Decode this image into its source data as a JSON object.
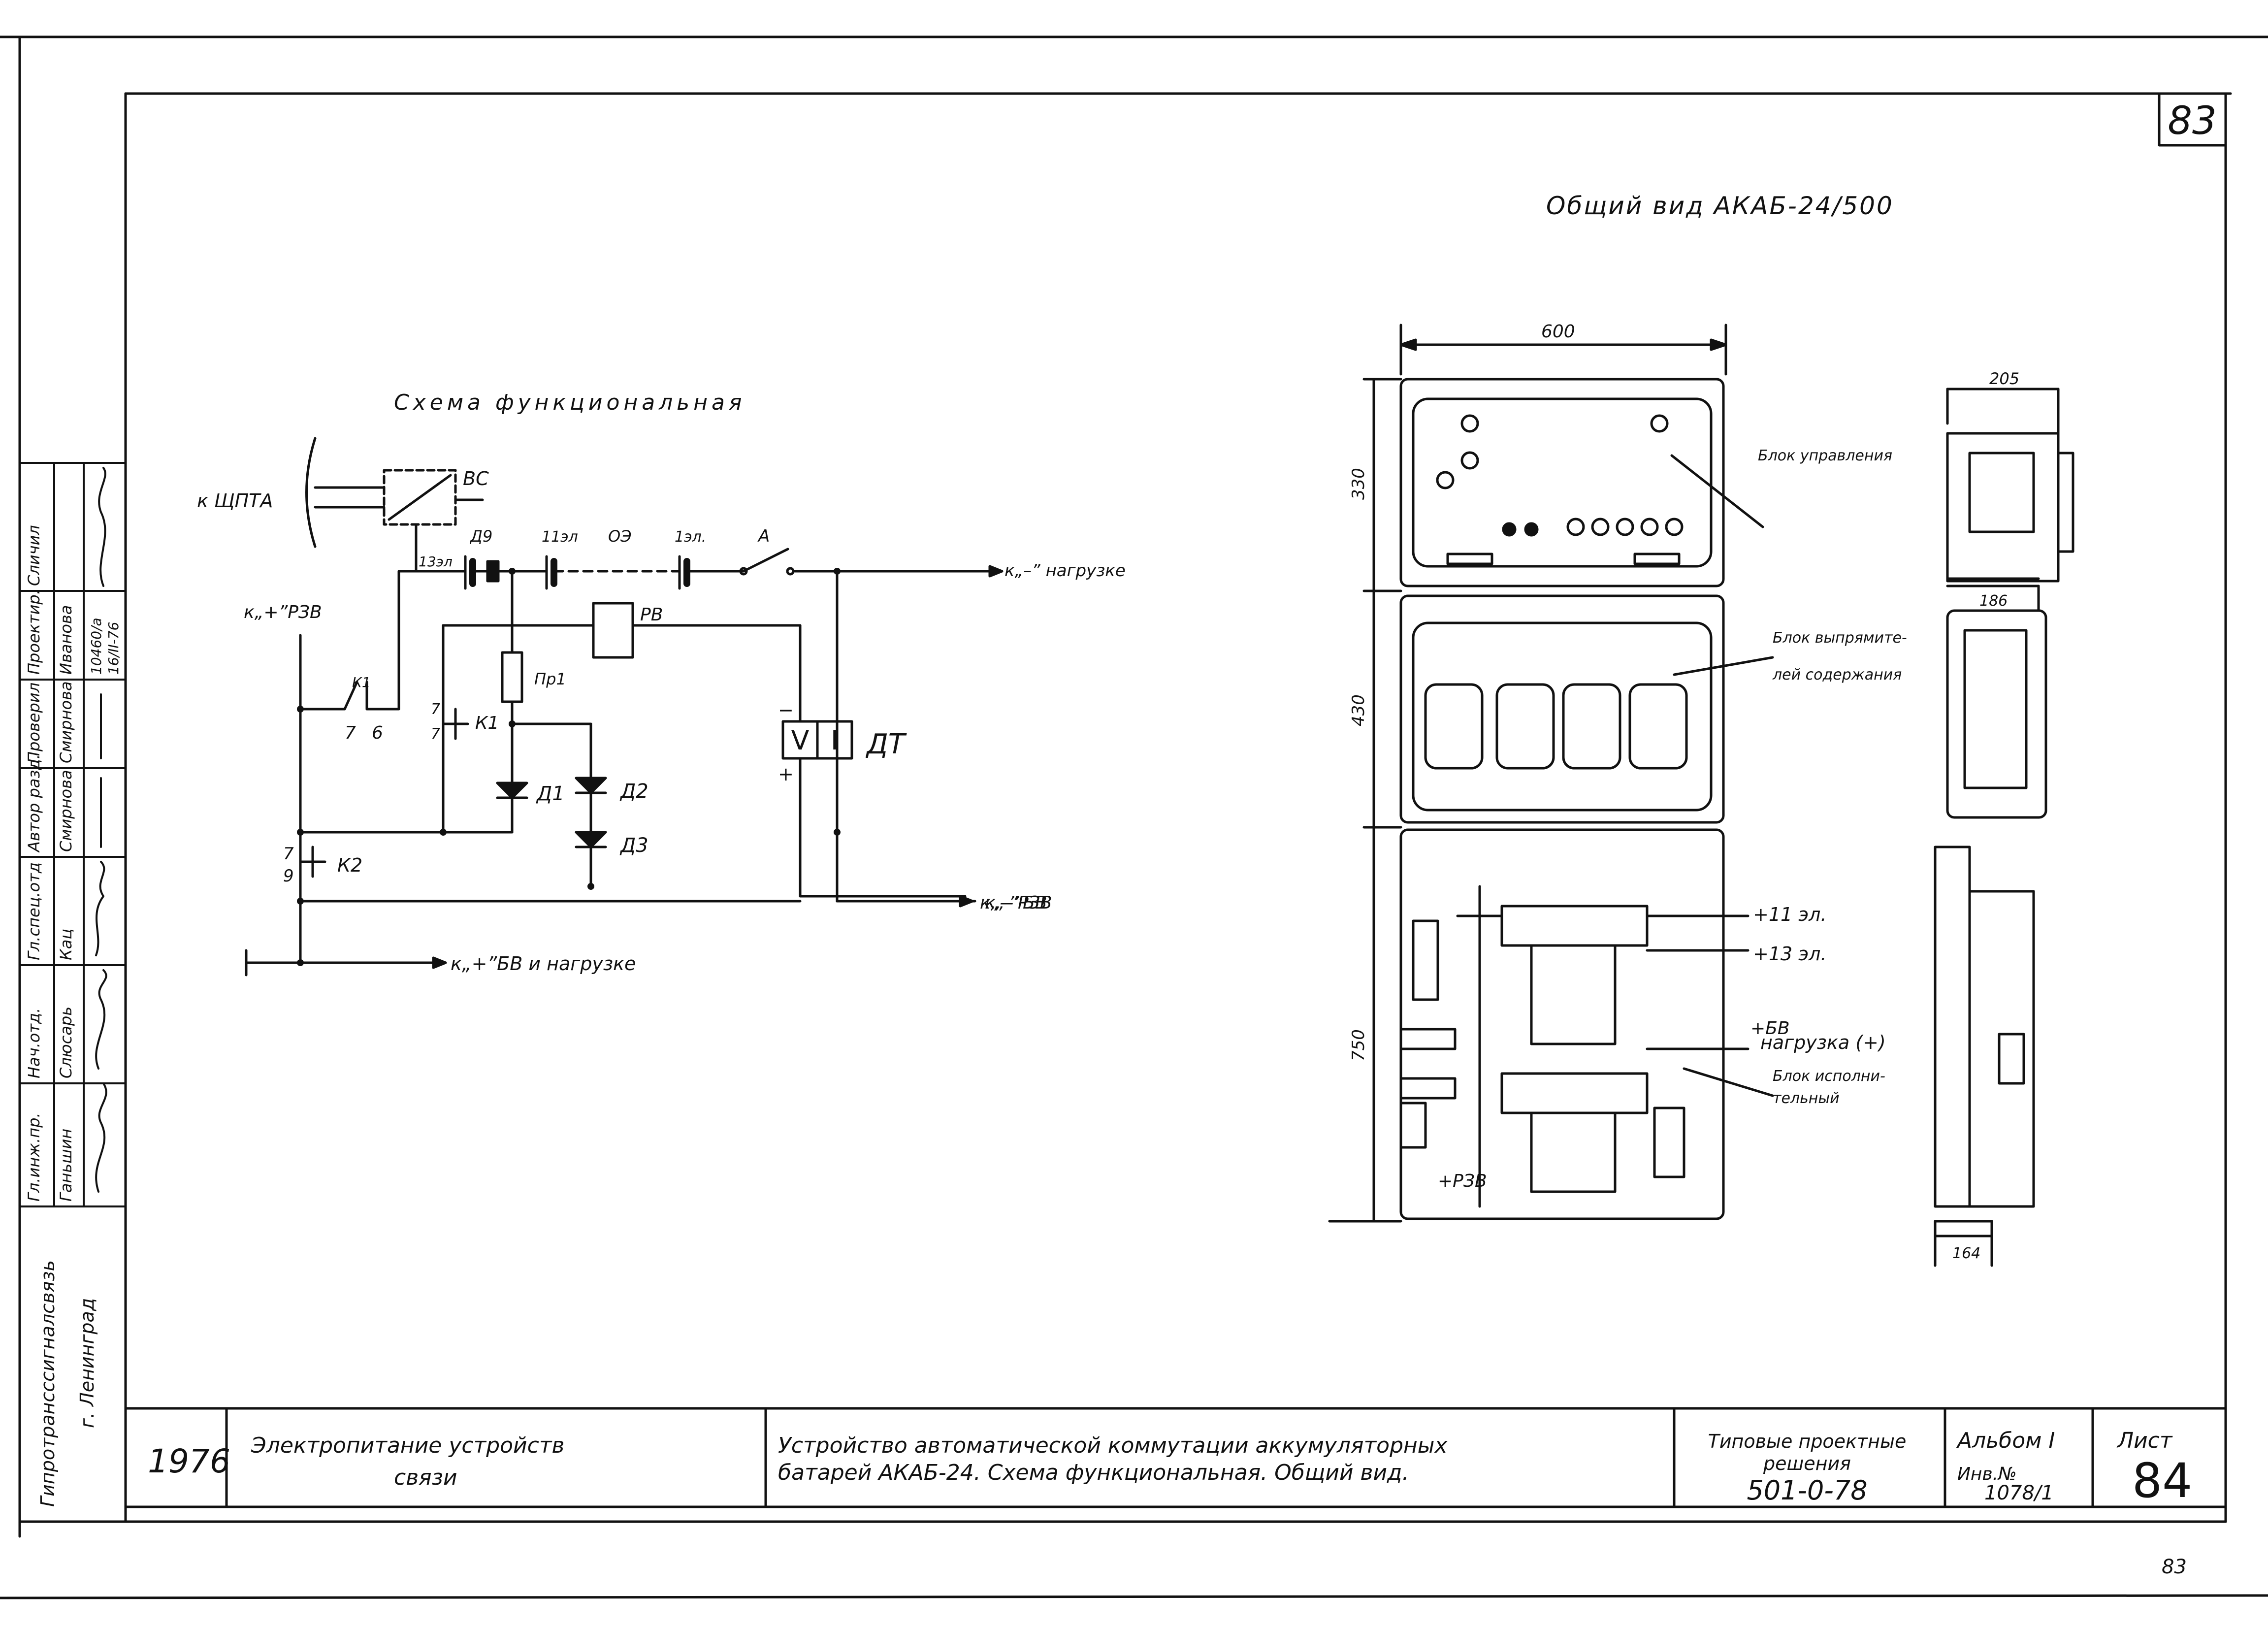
{
  "sheet": {
    "corner_number": "83",
    "page_footer_number": "83"
  },
  "functional_scheme": {
    "title": "Схема функциональная",
    "labels": {
      "k_shchpta": "к ЩПТА",
      "vs": "ВС",
      "d9": "Д9",
      "el13": "13эл",
      "el11": "11эл",
      "oe": "ОЭ",
      "el1": "1эл.",
      "a": "А",
      "load_minus": "к„–” нагрузке",
      "plus_rzv": "к„+”РЗВ",
      "rv": "РВ",
      "pr1": "Пр1",
      "k1": "К1",
      "k1_n1": "7",
      "k1_n2": "7",
      "k1_switch": "К1",
      "n7": "7",
      "n6": "6",
      "d1": "Д1",
      "d2": "Д2",
      "d3": "Д3",
      "dt": "ДТ",
      "v": "V",
      "i": "I",
      "minus": "−",
      "plus": "+",
      "minus_rzv": "к„–”РЗВ",
      "k2": "К2",
      "k2_n1": "7",
      "k2_n2": "9",
      "minus_bv": "к„–”БВ",
      "plus_bv_load": "к„+”БВ и нагрузке"
    }
  },
  "general_view": {
    "title": "Общий вид АКАБ-24/500",
    "dims": {
      "width_600": "600",
      "h_330": "330",
      "h_430": "430",
      "h_750": "750",
      "side_205": "205",
      "side_186": "186",
      "side_164": "164"
    },
    "labels": {
      "control_block": "Блок управления",
      "rectifier_block_1": "Блок выпрямите-",
      "rectifier_block_2": "лей содержания",
      "el11": "+11 эл.",
      "el13": "+13 эл.",
      "bv": "+БВ",
      "load": "нагрузка (+)",
      "exec_block_1": "Блок исполни-",
      "exec_block_2": "тельный",
      "rzv": "+РЗВ"
    }
  },
  "left_stamp": {
    "roles": [
      "Гл.инж.пр.",
      "Нач.отд.",
      "Гл.спец.отд",
      "Автор разд.",
      "Проверил",
      "Проектир.",
      "Сличил"
    ],
    "names": [
      "Ганьшин",
      "Слюсарь",
      "Кац",
      "Смирнова",
      "Смирнова",
      "Иванова"
    ],
    "org_1": "Гипротрансссигналсвязь",
    "org_2": "г. Ленинград",
    "code_1": "10460/а",
    "code_2": "16/II-76"
  },
  "title_block": {
    "year": "1976",
    "topic_1": "Электропитание устройств",
    "topic_2": "связи",
    "desc_1": "Устройство автоматической коммутации аккумуляторных",
    "desc_2": "батарей АКАБ-24. Схема функциональная. Общий вид.",
    "typ_1": "Типовые проектные",
    "typ_2": "решения",
    "typ_code": "501-0-78",
    "album": "Альбом I",
    "inv": "Инв.№",
    "inv_num": "1078/1",
    "sheet_label": "Лист",
    "sheet_num": "84"
  }
}
